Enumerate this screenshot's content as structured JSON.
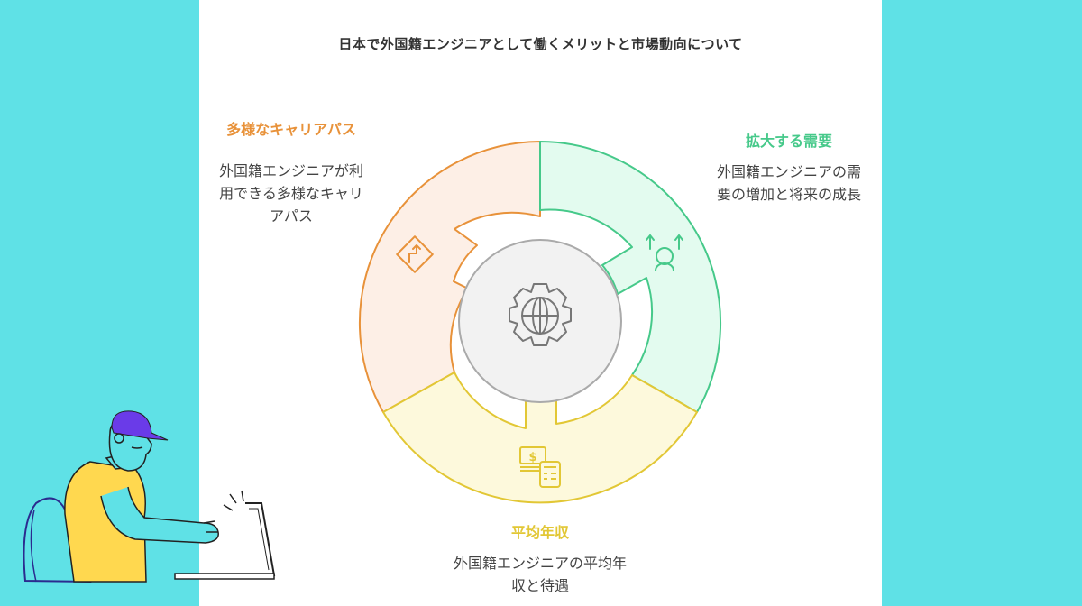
{
  "title": "日本で外国籍エンジニアとして働くメリットと市場動向について",
  "colors": {
    "background": "#5fe1e6",
    "panel": "#ffffff",
    "orange": "#e8923a",
    "green": "#46c98a",
    "yellow": "#e2c735",
    "gray": "#999999"
  },
  "segments": {
    "career": {
      "title": "多様なキャリアパス",
      "description": "外国籍エンジニアが利用できる多様なキャリアパス",
      "icon": "trending-road-icon"
    },
    "demand": {
      "title": "拡大する需要",
      "description": "外国籍エンジニアの需要の増加と将来の成長",
      "icon": "person-growth-icon"
    },
    "salary": {
      "title": "平均年収",
      "description": "外国籍エンジニアの平均年収と待遇",
      "icon": "money-calculator-icon"
    }
  },
  "center": {
    "icon": "gear-globe-icon"
  }
}
